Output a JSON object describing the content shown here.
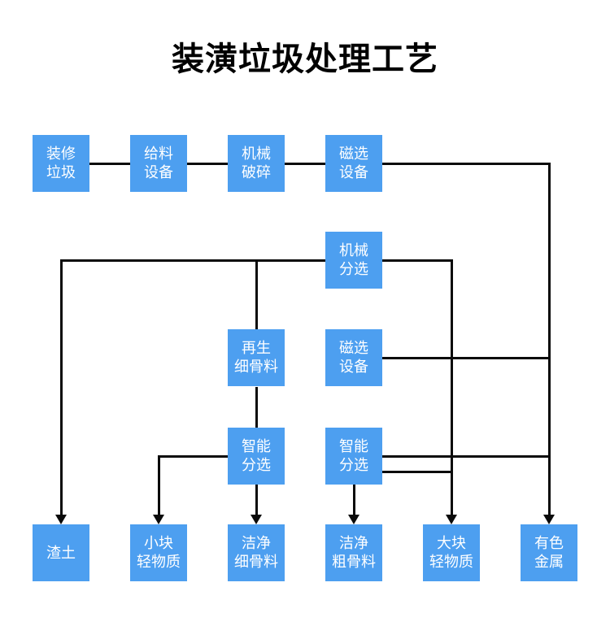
{
  "title": "装潢垃圾处理工艺",
  "colors": {
    "box_fill": "#4D9FF0",
    "box_text": "#FFFFFF",
    "line": "#0A0A0A",
    "background": "#FFFFFF",
    "title_color": "#000000"
  },
  "nodes": [
    {
      "id": "decoration-waste",
      "label": "装修\n垃圾"
    },
    {
      "id": "feeding-equipment",
      "label": "给料\n设备"
    },
    {
      "id": "mechanical-crushing",
      "label": "机械\n破碎"
    },
    {
      "id": "magnetic-separation-1",
      "label": "磁选\n设备"
    },
    {
      "id": "mechanical-sorting",
      "label": "机械\n分选"
    },
    {
      "id": "recycled-fine-aggregate",
      "label": "再生\n细骨料"
    },
    {
      "id": "magnetic-separation-2",
      "label": "磁选\n设备"
    },
    {
      "id": "intelligent-sorting-left",
      "label": "智能\n分选"
    },
    {
      "id": "intelligent-sorting-right",
      "label": "智能\n分选"
    },
    {
      "id": "slag-soil",
      "label": "渣土"
    },
    {
      "id": "small-light-material",
      "label": "小块\n轻物质"
    },
    {
      "id": "clean-fine-aggregate",
      "label": "洁净\n细骨料"
    },
    {
      "id": "clean-coarse-aggregate",
      "label": "洁净\n粗骨料"
    },
    {
      "id": "large-light-material",
      "label": "大块\n轻物质"
    },
    {
      "id": "nonferrous-metal",
      "label": "有色\n金属"
    }
  ],
  "edges": [
    {
      "from": "装修垃圾",
      "to": "给料设备"
    },
    {
      "from": "给料设备",
      "to": "机械破碎"
    },
    {
      "from": "机械破碎",
      "to": "磁选设备"
    },
    {
      "from": "磁选设备",
      "to": "有色金属"
    },
    {
      "from": "机械分选",
      "to": "渣土"
    },
    {
      "from": "机械分选",
      "to": "再生细骨料"
    },
    {
      "from": "机械分选",
      "to": "大块轻物质"
    },
    {
      "from": "再生细骨料",
      "to": "智能分选"
    },
    {
      "from": "磁选设备(二)",
      "to": "有色金属"
    },
    {
      "from": "智能分选(左)",
      "to": "小块轻物质"
    },
    {
      "from": "智能分选(左)",
      "to": "洁净细骨料"
    },
    {
      "from": "智能分选(右)",
      "to": "洁净粗骨料"
    },
    {
      "from": "智能分选(右)",
      "to": "大块轻物质"
    },
    {
      "from": "智能分选(右)",
      "to": "有色金属"
    }
  ]
}
